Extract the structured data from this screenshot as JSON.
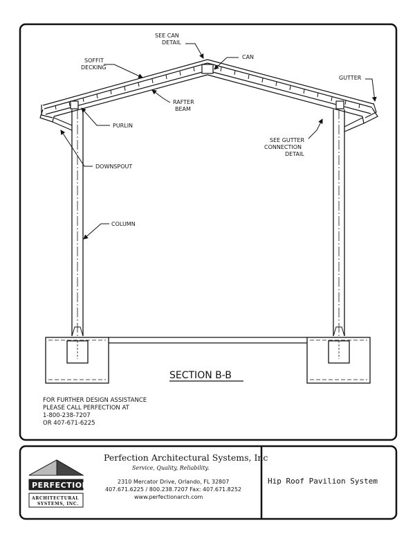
{
  "drawing": {
    "labels": {
      "see_can_detail_1": "SEE CAN",
      "see_can_detail_2": "DETAIL",
      "can": "CAN",
      "soffit_1": "SOFFIT",
      "soffit_2": "DECKING",
      "gutter": "GUTTER",
      "rafter_1": "RAFTER",
      "rafter_2": "BEAM",
      "purlin": "PURLIN",
      "see_gutter_1": "SEE GUTTER",
      "see_gutter_2": "CONNECTION",
      "see_gutter_3": "DETAIL",
      "downspout": "DOWNSPOUT",
      "column": "COLUMN"
    },
    "section_title": "SECTION B-B",
    "assistance_note": [
      "FOR FURTHER DESIGN ASSISTANCE",
      "PLEASE CALL PERFECTION AT",
      "1-800-238-7207",
      "OR 407-671-6225"
    ]
  },
  "title_block": {
    "logo_word": "PERFECTION",
    "logo_sub_1": "ARCHITECTURAL",
    "logo_sub_2": "SYSTEMS, INC.",
    "company_name": "Perfection Architectural Systems, Inc",
    "tagline": "Service, Quality, Reliability.",
    "address": "2310 Mercator Drive, Orlando, FL 32807",
    "phones": "407.671.6225 / 800.238.7207  Fax: 407.671.8252",
    "website": "www.perfectionarch.com",
    "system_name": "Hip Roof Pavilion System"
  }
}
